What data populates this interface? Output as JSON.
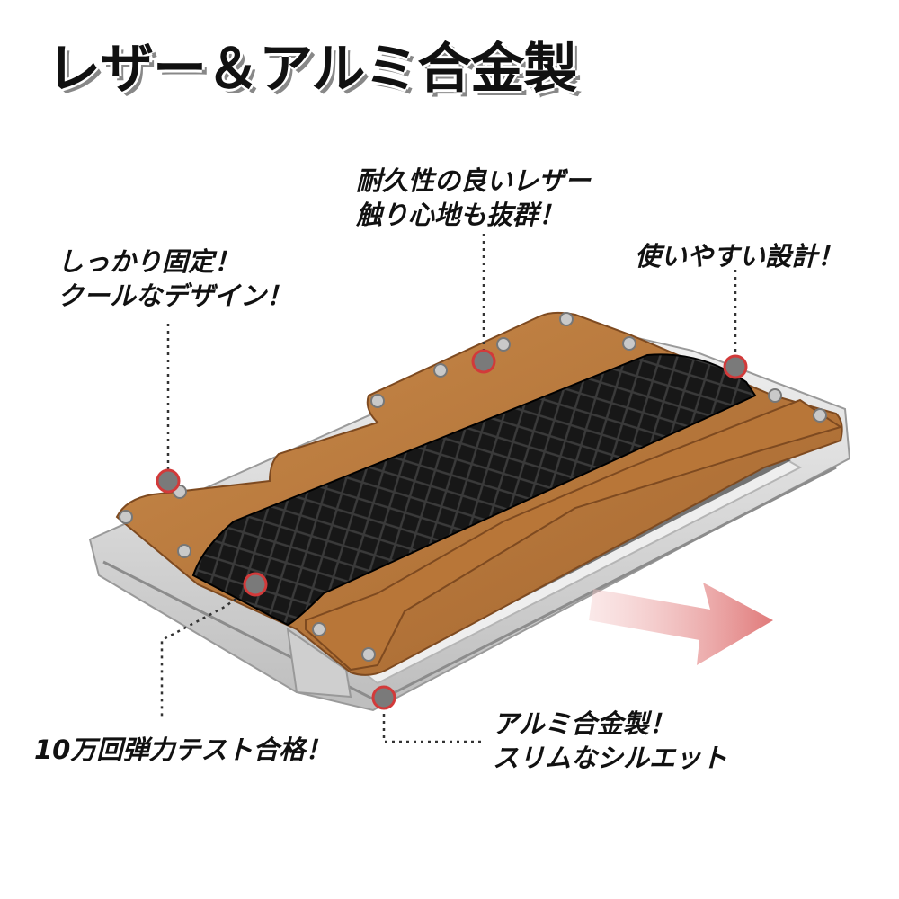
{
  "headline": "レザー＆アルミ合金製",
  "callouts": {
    "leather": {
      "line1": "耐久性の良いレザー",
      "line2": "触り心地も抜群！"
    },
    "secure": {
      "line1": "しっかり固定！",
      "line2": "クールなデザイン！"
    },
    "easy": {
      "line1": "使いやすい設計！"
    },
    "elastic": {
      "line1": "10万回弾力テスト合格！"
    },
    "aluminum": {
      "line1": "アルミ合金製！",
      "line2": "スリムなシルエット"
    }
  },
  "colors": {
    "leather": "#b9773c",
    "leather_dark": "#8e5426",
    "band": "#141414",
    "aluminum": "#d8d8d8",
    "banknote": "#d96a6a",
    "marker": "#7a7a7a",
    "marker_ring": "#d23a3a",
    "arrow": "#e99a9a"
  },
  "icons": [
    "marker-dot-icon",
    "slide-out-arrow-icon"
  ]
}
